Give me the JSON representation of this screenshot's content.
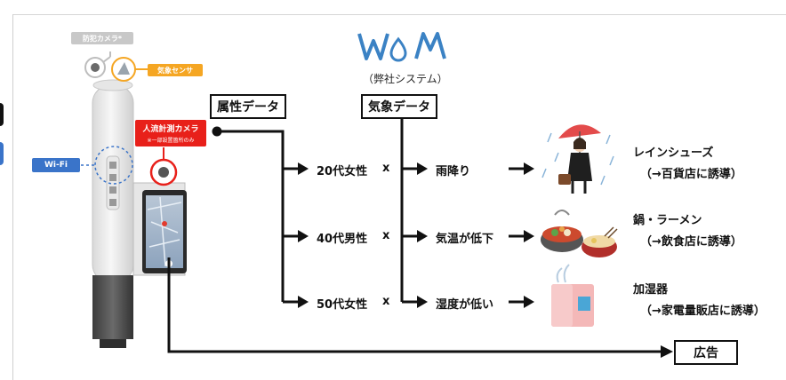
{
  "device": {
    "camera_top_label": "防犯カメラ*",
    "sensor_label": "気象センサ",
    "wifi_label": "Wi-Fi",
    "counter_camera_label": "人流計測カメラ",
    "counter_camera_sub": "※一部設置箇所のみ"
  },
  "logo": {
    "text": "WoM",
    "subtitle": "（弊社システム）"
  },
  "boxes": {
    "attribute": "属性データ",
    "weather": "気象データ",
    "ad": "広告"
  },
  "rows": [
    {
      "demographic": "20代女性",
      "condition": "雨降り",
      "product": "レインシューズ",
      "target": "（→百貨店に誘導）",
      "image_icon": "woman-with-umbrella-icon"
    },
    {
      "demographic": "40代男性",
      "condition": "気温が低下",
      "product": "鍋・ラーメン",
      "target": "（→飲食店に誘導）",
      "image_icon": "hotpot-ramen-icon"
    },
    {
      "demographic": "50代女性",
      "condition": "湿度が低い",
      "product": "加湿器",
      "target": "（→家電量販店に誘導）",
      "image_icon": "humidifier-icon"
    }
  ],
  "times_symbol": "x",
  "colors": {
    "camera_red": "#e8201a",
    "sensor_orange": "#f5a623",
    "wifi_blue": "#3a74c9",
    "logo_blue": "#3b82c4"
  }
}
